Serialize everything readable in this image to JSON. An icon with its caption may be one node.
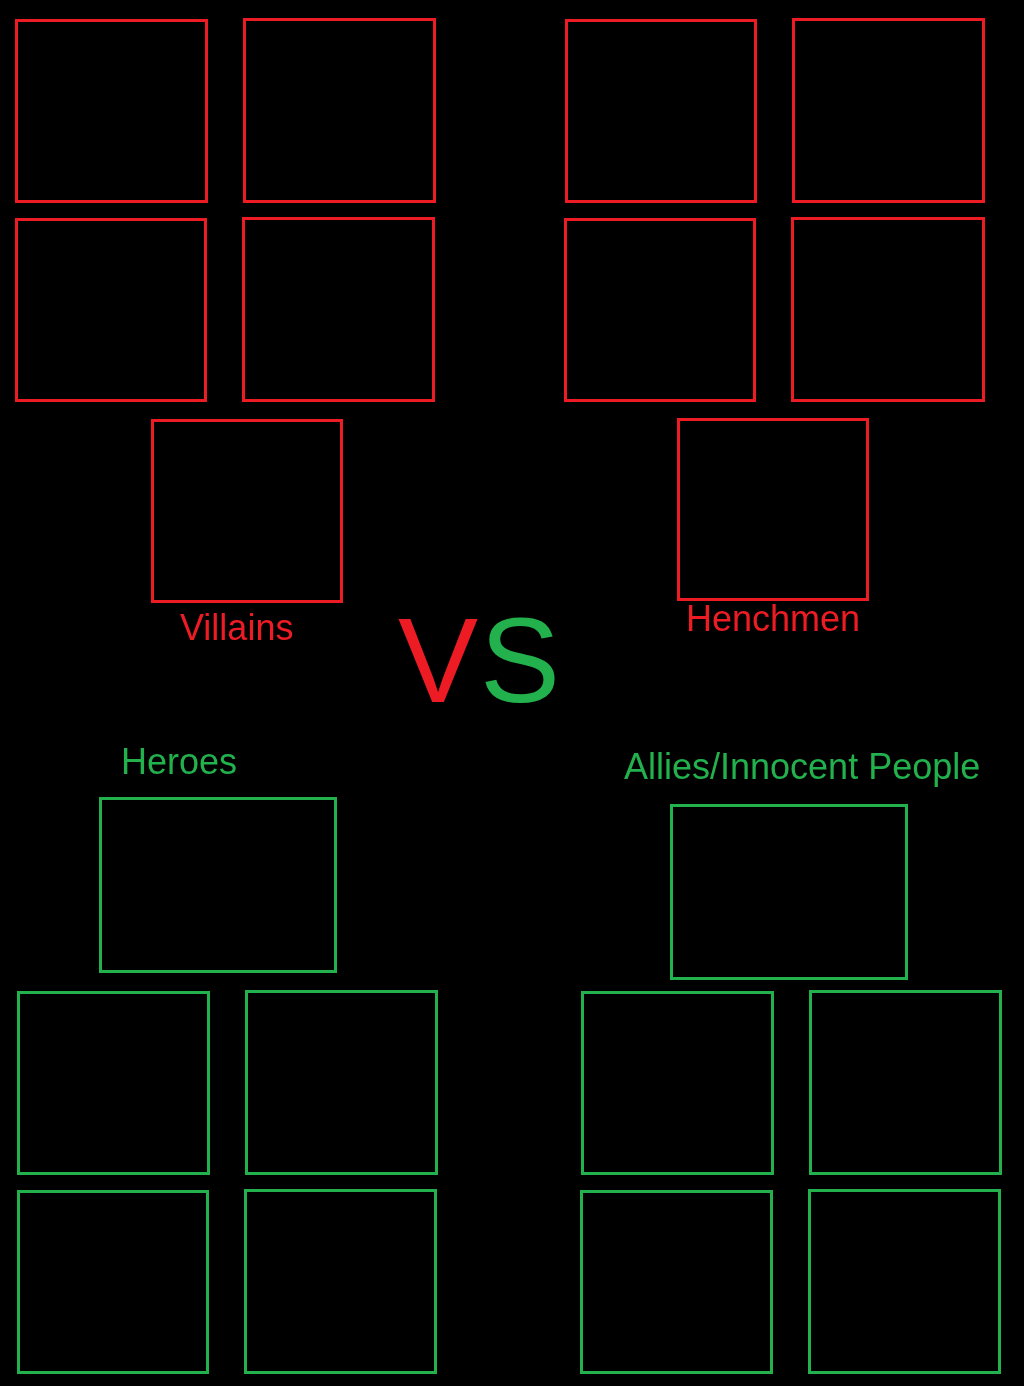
{
  "diagram": {
    "nodes": [
      {
        "text": [],
        "shape": "box"
      },
      {
        "text": [],
        "shape": "box"
      },
      {
        "text": [],
        "shape": "box"
      },
      {
        "text": [],
        "shape": "box"
      },
      {
        "text": [],
        "shape": "box",
        "beside": [
          "Villains"
        ]
      },
      {
        "text": [],
        "shape": "box"
      },
      {
        "text": [],
        "shape": "box"
      },
      {
        "text": [],
        "shape": "box"
      },
      {
        "text": [],
        "shape": "box"
      },
      {
        "text": [],
        "shape": "box",
        "beside": [
          "Henchmen"
        ]
      },
      {
        "text": [],
        "shape": "box",
        "beside": [
          "Heroes"
        ]
      },
      {
        "text": [],
        "shape": "box",
        "beside": [
          "Allies/Innocent People"
        ]
      },
      {
        "text": [],
        "shape": "box"
      },
      {
        "text": [],
        "shape": "box"
      },
      {
        "text": [],
        "shape": "box"
      },
      {
        "text": [],
        "shape": "box"
      },
      {
        "text": [],
        "shape": "box"
      },
      {
        "text": [],
        "shape": "box"
      },
      {
        "text": [],
        "shape": "box"
      },
      {
        "text": [],
        "shape": "box"
      }
    ],
    "labels": [
      "V",
      "S"
    ]
  }
}
